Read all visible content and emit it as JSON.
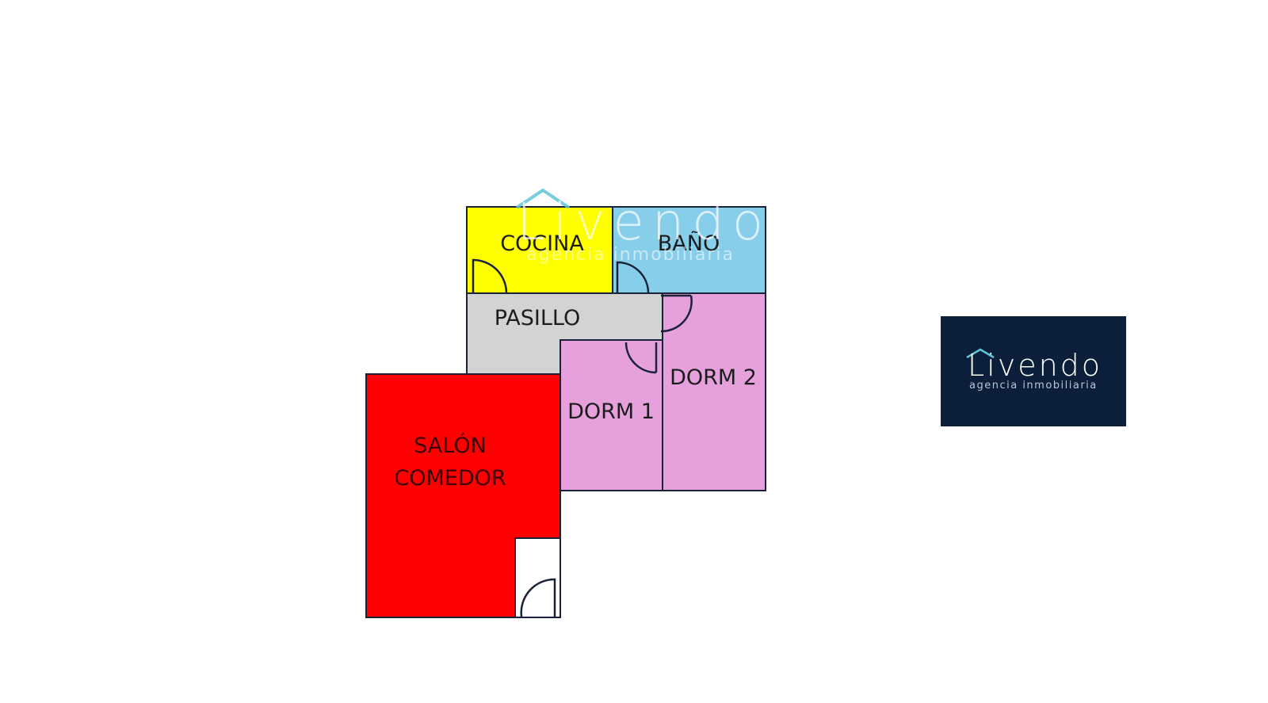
{
  "rooms": {
    "cocina": {
      "label": "COCINA",
      "color": "#ffff00"
    },
    "bano": {
      "label": "BAÑO",
      "color": "#87ceeb"
    },
    "pasillo": {
      "label": "PASILLO",
      "color": "#d3d3d3"
    },
    "dorm1": {
      "label": "DORM 1",
      "color": "#e6a1dc"
    },
    "dorm2": {
      "label": "DORM 2",
      "color": "#e6a1dc"
    },
    "salon": {
      "label_line1": "SALÓN",
      "label_line2": "COMEDOR",
      "color": "#ff0000"
    }
  },
  "watermark": {
    "brand": "Livendo",
    "tagline": "agencia inmobiliaria",
    "icon": "house-roof-icon"
  },
  "logo": {
    "brand": "Livendo",
    "tagline": "agencia inmobiliaria",
    "icon": "house-roof-icon",
    "background": "#0b1f3a",
    "accent": "#5ec6d6"
  }
}
